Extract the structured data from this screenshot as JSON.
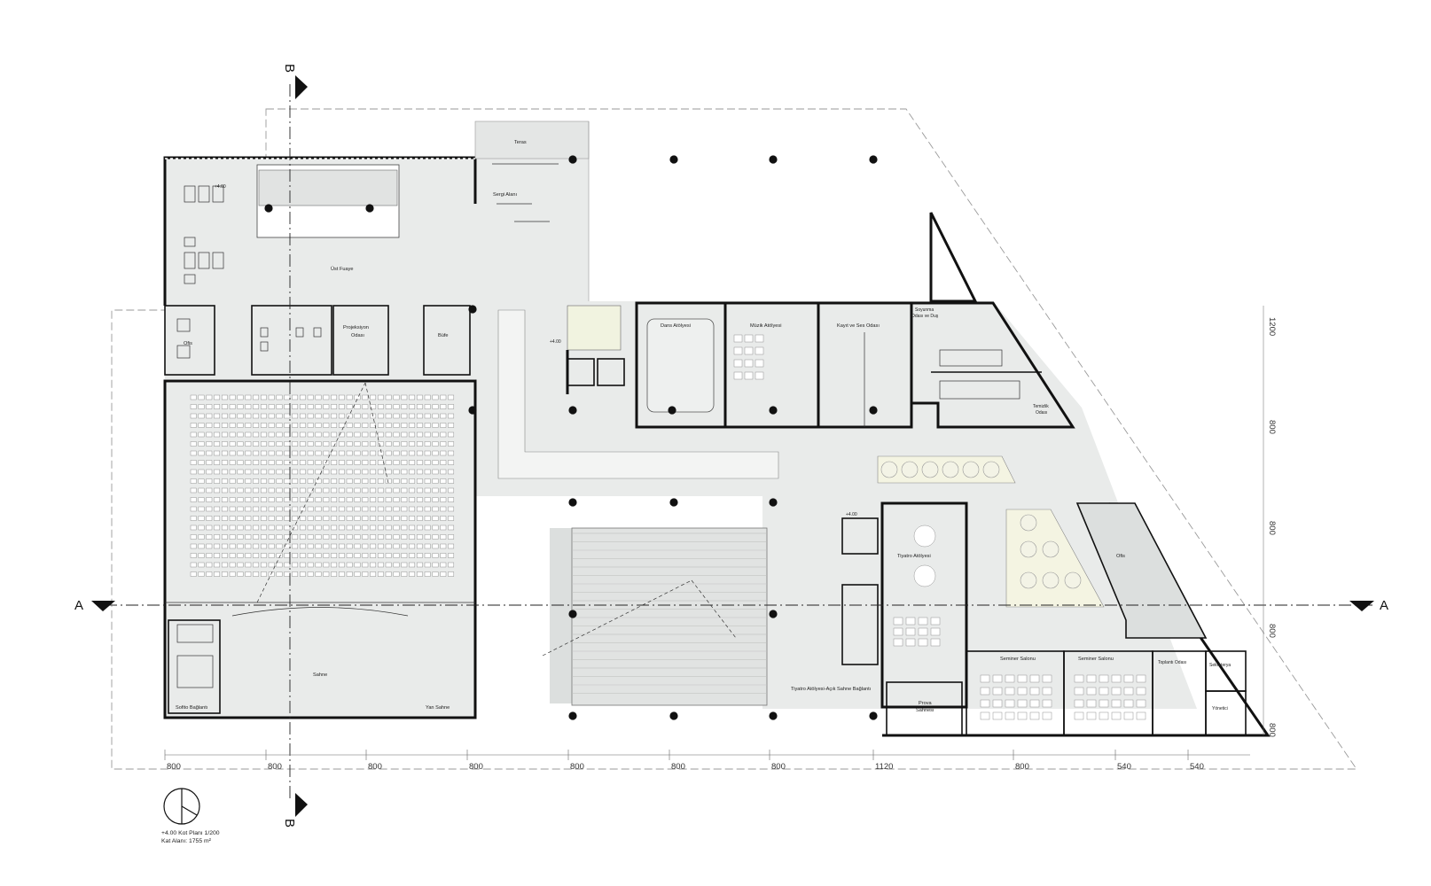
{
  "section_marks": {
    "a_left": "A",
    "a_right": "A",
    "b_top": "B",
    "b_bottom": "B"
  },
  "rooms": {
    "teras": "Teras",
    "sergi_alani": "Sergi Alanı",
    "ust_fuaye": "Üst Fuaye",
    "ofis_left": "Ofis",
    "projeksiyon_1": "Projeksiyon",
    "projeksiyon_2": "Odası",
    "bufe": "Büfe",
    "dans": "Dans Atölyesi",
    "muzik": "Müzik Atölyesi",
    "kayit": "Kayıt ve Ses Odası",
    "soyunma_1": "Soyunma",
    "soyunma_2": "Odası ve Duş",
    "temizlik_1": "Temizlik",
    "temizlik_2": "Odası",
    "tiyatro": "Tiyatro Atölyesi",
    "ofis_right": "Ofis",
    "sahne": "Sahne",
    "yan_sahne": "Yan Sahne",
    "sofito": "Sofito Bağlantı",
    "prova_1": "Prova",
    "prova_2": "Sahnesi",
    "baglanti": "Tiyatro Atölyesi-Açık Sahne Bağlantı",
    "seminer_1": "Seminer Salonu",
    "seminer_2": "Seminer Salonu",
    "toplanti": "Toplantı Odası",
    "sekreterya": "Sekreterya",
    "yonetici": "Yönetici"
  },
  "levels": {
    "l1": "+4.00",
    "l2": "+4.00",
    "l3": "+4.00"
  },
  "dimensions": {
    "bottom": [
      "800",
      "800",
      "800",
      "800",
      "800",
      "800",
      "800",
      "1120",
      "800",
      "540",
      "540"
    ],
    "right": [
      "1200",
      "800",
      "800",
      "800",
      "800"
    ]
  },
  "caption": {
    "line1": "+4.00 Kot Planı 1/200",
    "line2": "Kat Alanı: 1755 m²"
  }
}
